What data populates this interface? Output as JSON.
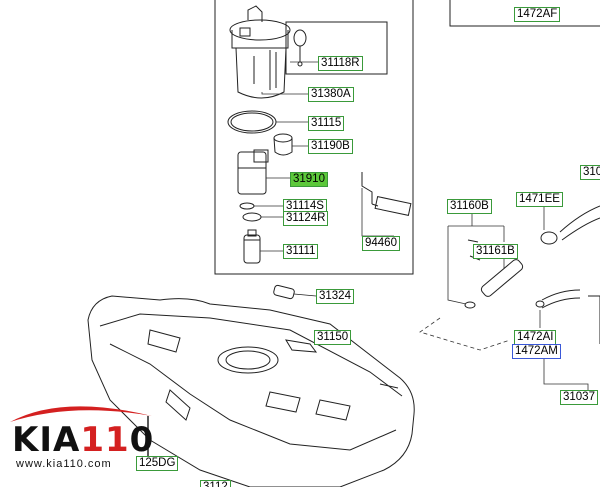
{
  "labels": {
    "p1472AF": "1472AF",
    "p31118R": "31118R",
    "p31380A": "31380A",
    "p31115": "31115",
    "p31190B": "31190B",
    "p31910": "31910",
    "p31114S": "31114S",
    "p31124R": "31124R",
    "p94460": "94460",
    "p31111": "31111",
    "p31324": "31324",
    "p31150": "31150",
    "p31160B": "31160B",
    "p1471EE": "1471EE",
    "p31161B": "31161B",
    "p1472AI": "1472AI",
    "p1472AM": "1472AM",
    "p3103": "31037",
    "p3106": "310",
    "p1125DG": "125DG",
    "p31120": "3112"
  },
  "logo": {
    "word_a": "KIA",
    "word_b": "11",
    "word_c": "0",
    "site": "www.kia110.com"
  },
  "colors": {
    "label_border": "#3a9a3a",
    "highlight": "#5cc83a",
    "blue_border": "#3a58d8",
    "brand_red": "#d42020"
  }
}
